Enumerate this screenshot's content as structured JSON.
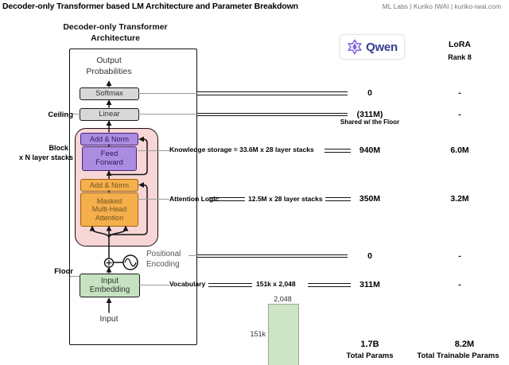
{
  "header": {
    "title": "Decoder-only Transformer based LM Architecture and Parameter Breakdown",
    "credit": "ML Labs | Kuriko IWAI | kuriko-iwai.com"
  },
  "diagram": {
    "subtitle_line1": "Decoder-only Transformer",
    "subtitle_line2": "Architecture",
    "output_line1": "Output",
    "output_line2": "Probabilities",
    "softmax": "Softmax",
    "linear": "Linear",
    "add_norm_top": "Add & Norm",
    "ff_line1": "Feed",
    "ff_line2": "Forward",
    "add_norm_bottom": "Add & Norm",
    "mha_line1": "Masked",
    "mha_line2": "Multi-Head",
    "mha_line3": "Attention",
    "pos_line1": "Positional",
    "pos_line2": "Encoding",
    "embed_line1": "Input",
    "embed_line2": "Embedding",
    "input": "Input",
    "left_labels": {
      "ceiling": "Ceiling",
      "block": "Block",
      "block_sub": "x N layer stacks",
      "floor": "Floor"
    }
  },
  "annotations": {
    "knowledge": {
      "label": "Knowledge storage",
      "formula": "= 33.6M x 28 layer stacks"
    },
    "attention": {
      "label": "Attention Logic",
      "formula": "12.5M x 28 layer stacks"
    },
    "vocabulary": {
      "label": "Vocabulary",
      "formula": "151k x 2,048"
    }
  },
  "columns": {
    "qwen": {
      "brand": "Qwen",
      "rows": {
        "softmax": "0",
        "linear": "(311M)",
        "linear_note": "Shared w/ the Floor",
        "ffn": "940M",
        "attention": "350M",
        "positional": "0",
        "embedding": "311M"
      },
      "total_value": "1.7B",
      "total_label": "Total Params"
    },
    "lora": {
      "title": "LoRA",
      "subtitle": "Rank 8",
      "rows": {
        "softmax": "-",
        "linear": "-",
        "ffn": "6.0M",
        "attention": "3.2M",
        "positional": "-",
        "embedding": "-"
      },
      "total_value": "8.2M",
      "total_label": "Total Trainable Params"
    }
  },
  "embedding_bar": {
    "width_label": "2,048",
    "height_label": "151k"
  },
  "icons": {
    "qwen_logo": "qwen-swirl-icon",
    "positional_encoding": "sine-wave-icon",
    "sum_junction": "plus-circle-icon"
  },
  "colors": {
    "pink_block": "#f8d6d6",
    "purple_box": "#ac8ce0",
    "orange_box": "#f5b04d",
    "green_box": "#c6e2c0",
    "bar_green": "#cde4c5",
    "gray_box": "#d8d8d8",
    "qwen_brand": "#333d8f",
    "qwen_icon_purple": "#7c5cdb",
    "line_gray": "#999999",
    "line_dark": "#151515"
  }
}
